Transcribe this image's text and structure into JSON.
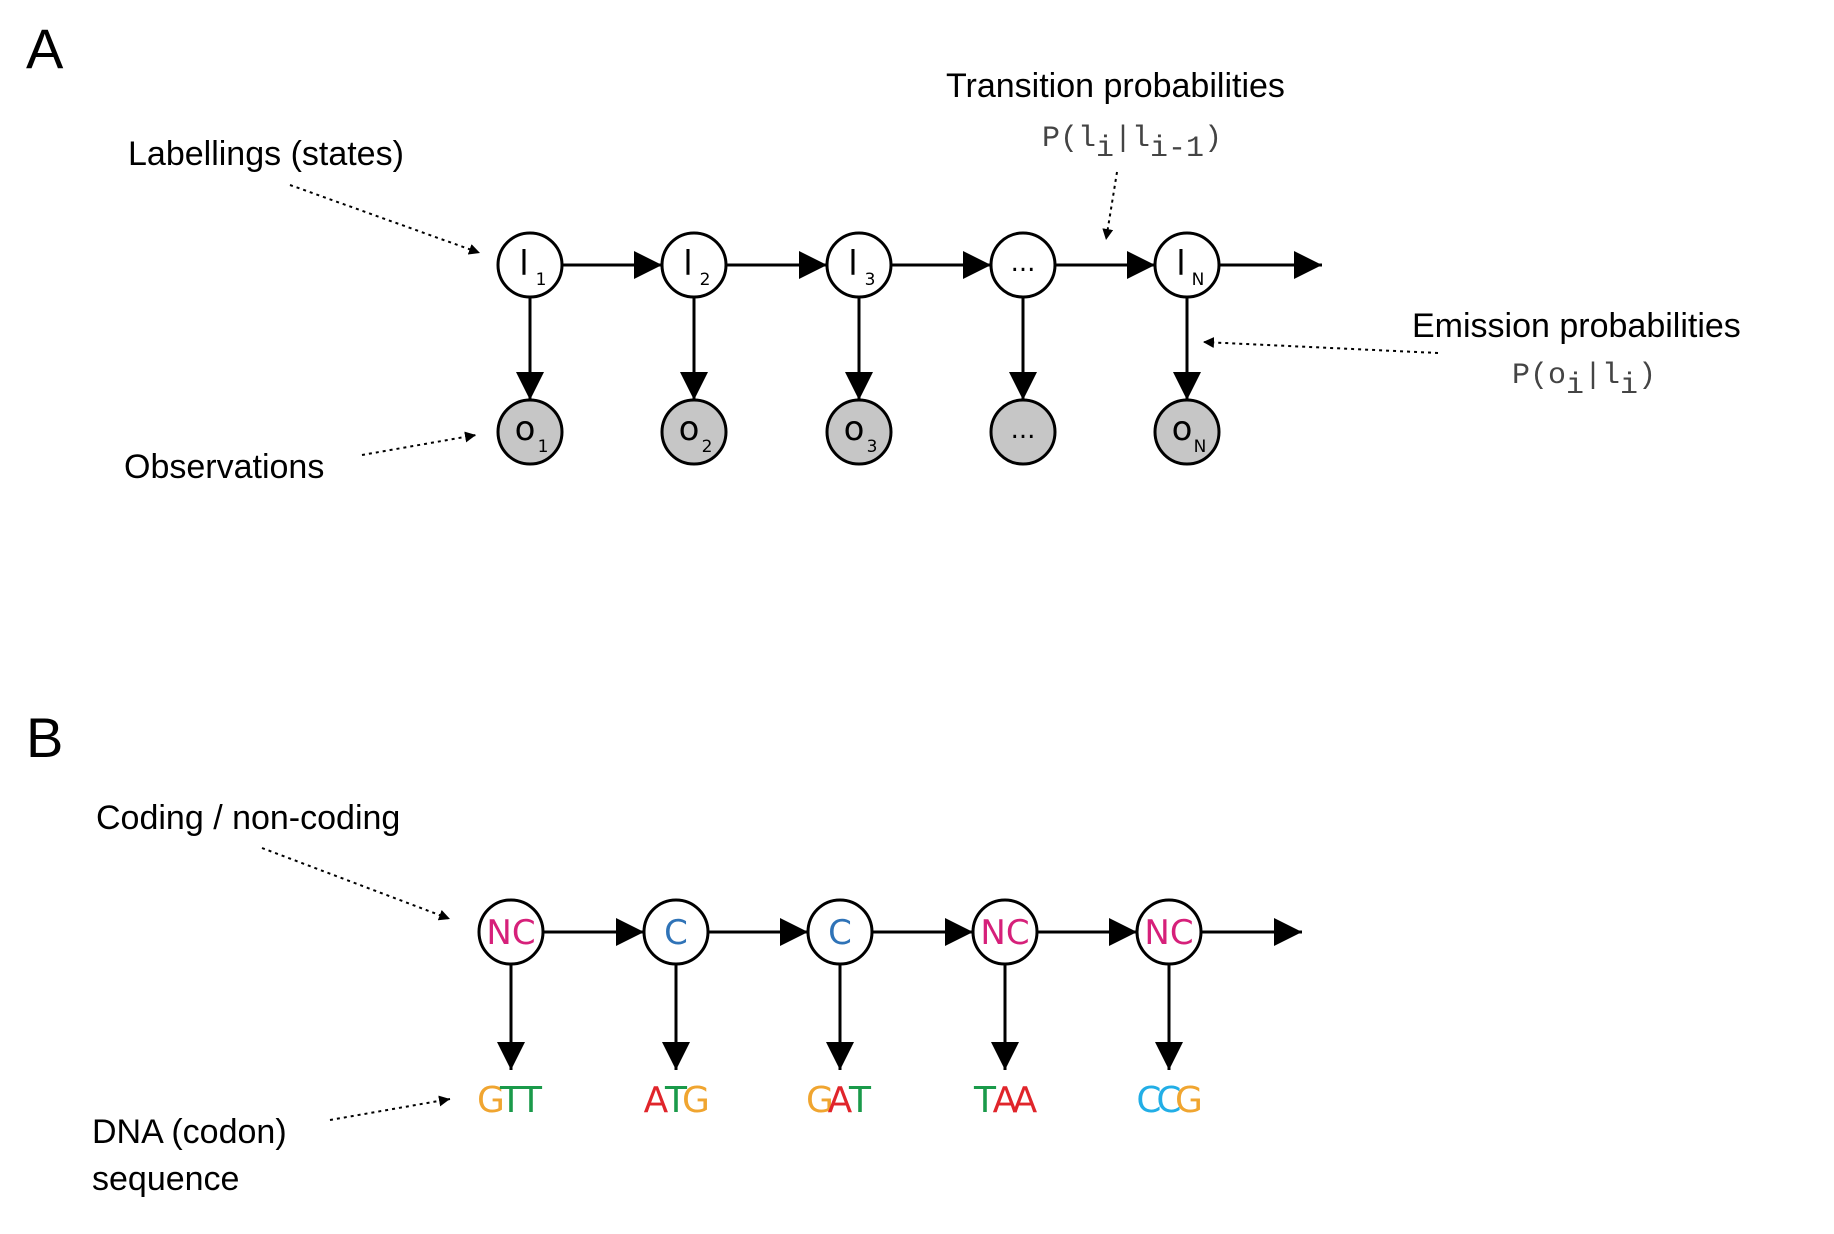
{
  "panel_a": {
    "letter": "A",
    "labellings_label": "Labellings (states)",
    "observations_label": "Observations",
    "transition_label": "Transition probabilities",
    "transition_formula": [
      "P(l",
      "i",
      "|l",
      "i-1",
      ")"
    ],
    "emission_label": "Emission probabilities",
    "emission_formula": [
      "P(o",
      "i",
      "|l",
      "i",
      ")"
    ],
    "states": [
      {
        "main": "l",
        "sub": "1"
      },
      {
        "main": "l",
        "sub": "2"
      },
      {
        "main": "l",
        "sub": "3"
      },
      {
        "main": "...",
        "sub": ""
      },
      {
        "main": "l",
        "sub": "N"
      }
    ],
    "observations": [
      {
        "main": "o",
        "sub": "1"
      },
      {
        "main": "o",
        "sub": "2"
      },
      {
        "main": "o",
        "sub": "3"
      },
      {
        "main": "...",
        "sub": ""
      },
      {
        "main": "o",
        "sub": "N"
      }
    ]
  },
  "panel_b": {
    "letter": "B",
    "coding_label": "Coding / non-coding",
    "dna_label_line1": "DNA (codon)",
    "dna_label_line2": "sequence",
    "states": [
      {
        "text": "NC",
        "color": "#d6207a"
      },
      {
        "text": "C",
        "color": "#2f73b7"
      },
      {
        "text": "C",
        "color": "#2f73b7"
      },
      {
        "text": "NC",
        "color": "#d6207a"
      },
      {
        "text": "NC",
        "color": "#d6207a"
      }
    ],
    "codons": [
      [
        {
          "c": "G",
          "color": "#f0a530"
        },
        {
          "c": "T",
          "color": "#1a9a4a"
        },
        {
          "c": "T",
          "color": "#1a9a4a"
        }
      ],
      [
        {
          "c": "A",
          "color": "#e0252b"
        },
        {
          "c": "T",
          "color": "#1a9a4a"
        },
        {
          "c": "G",
          "color": "#f0a530"
        }
      ],
      [
        {
          "c": "G",
          "color": "#f0a530"
        },
        {
          "c": "A",
          "color": "#e0252b"
        },
        {
          "c": "T",
          "color": "#1a9a4a"
        }
      ],
      [
        {
          "c": "T",
          "color": "#1a9a4a"
        },
        {
          "c": "A",
          "color": "#e0252b"
        },
        {
          "c": "A",
          "color": "#e0252b"
        }
      ],
      [
        {
          "c": "C",
          "color": "#22aee6"
        },
        {
          "c": "C",
          "color": "#22aee6"
        },
        {
          "c": "G",
          "color": "#f0a530"
        }
      ]
    ]
  },
  "colors": {
    "observation_fill": "#c6c6c6",
    "stroke": "#000000"
  }
}
